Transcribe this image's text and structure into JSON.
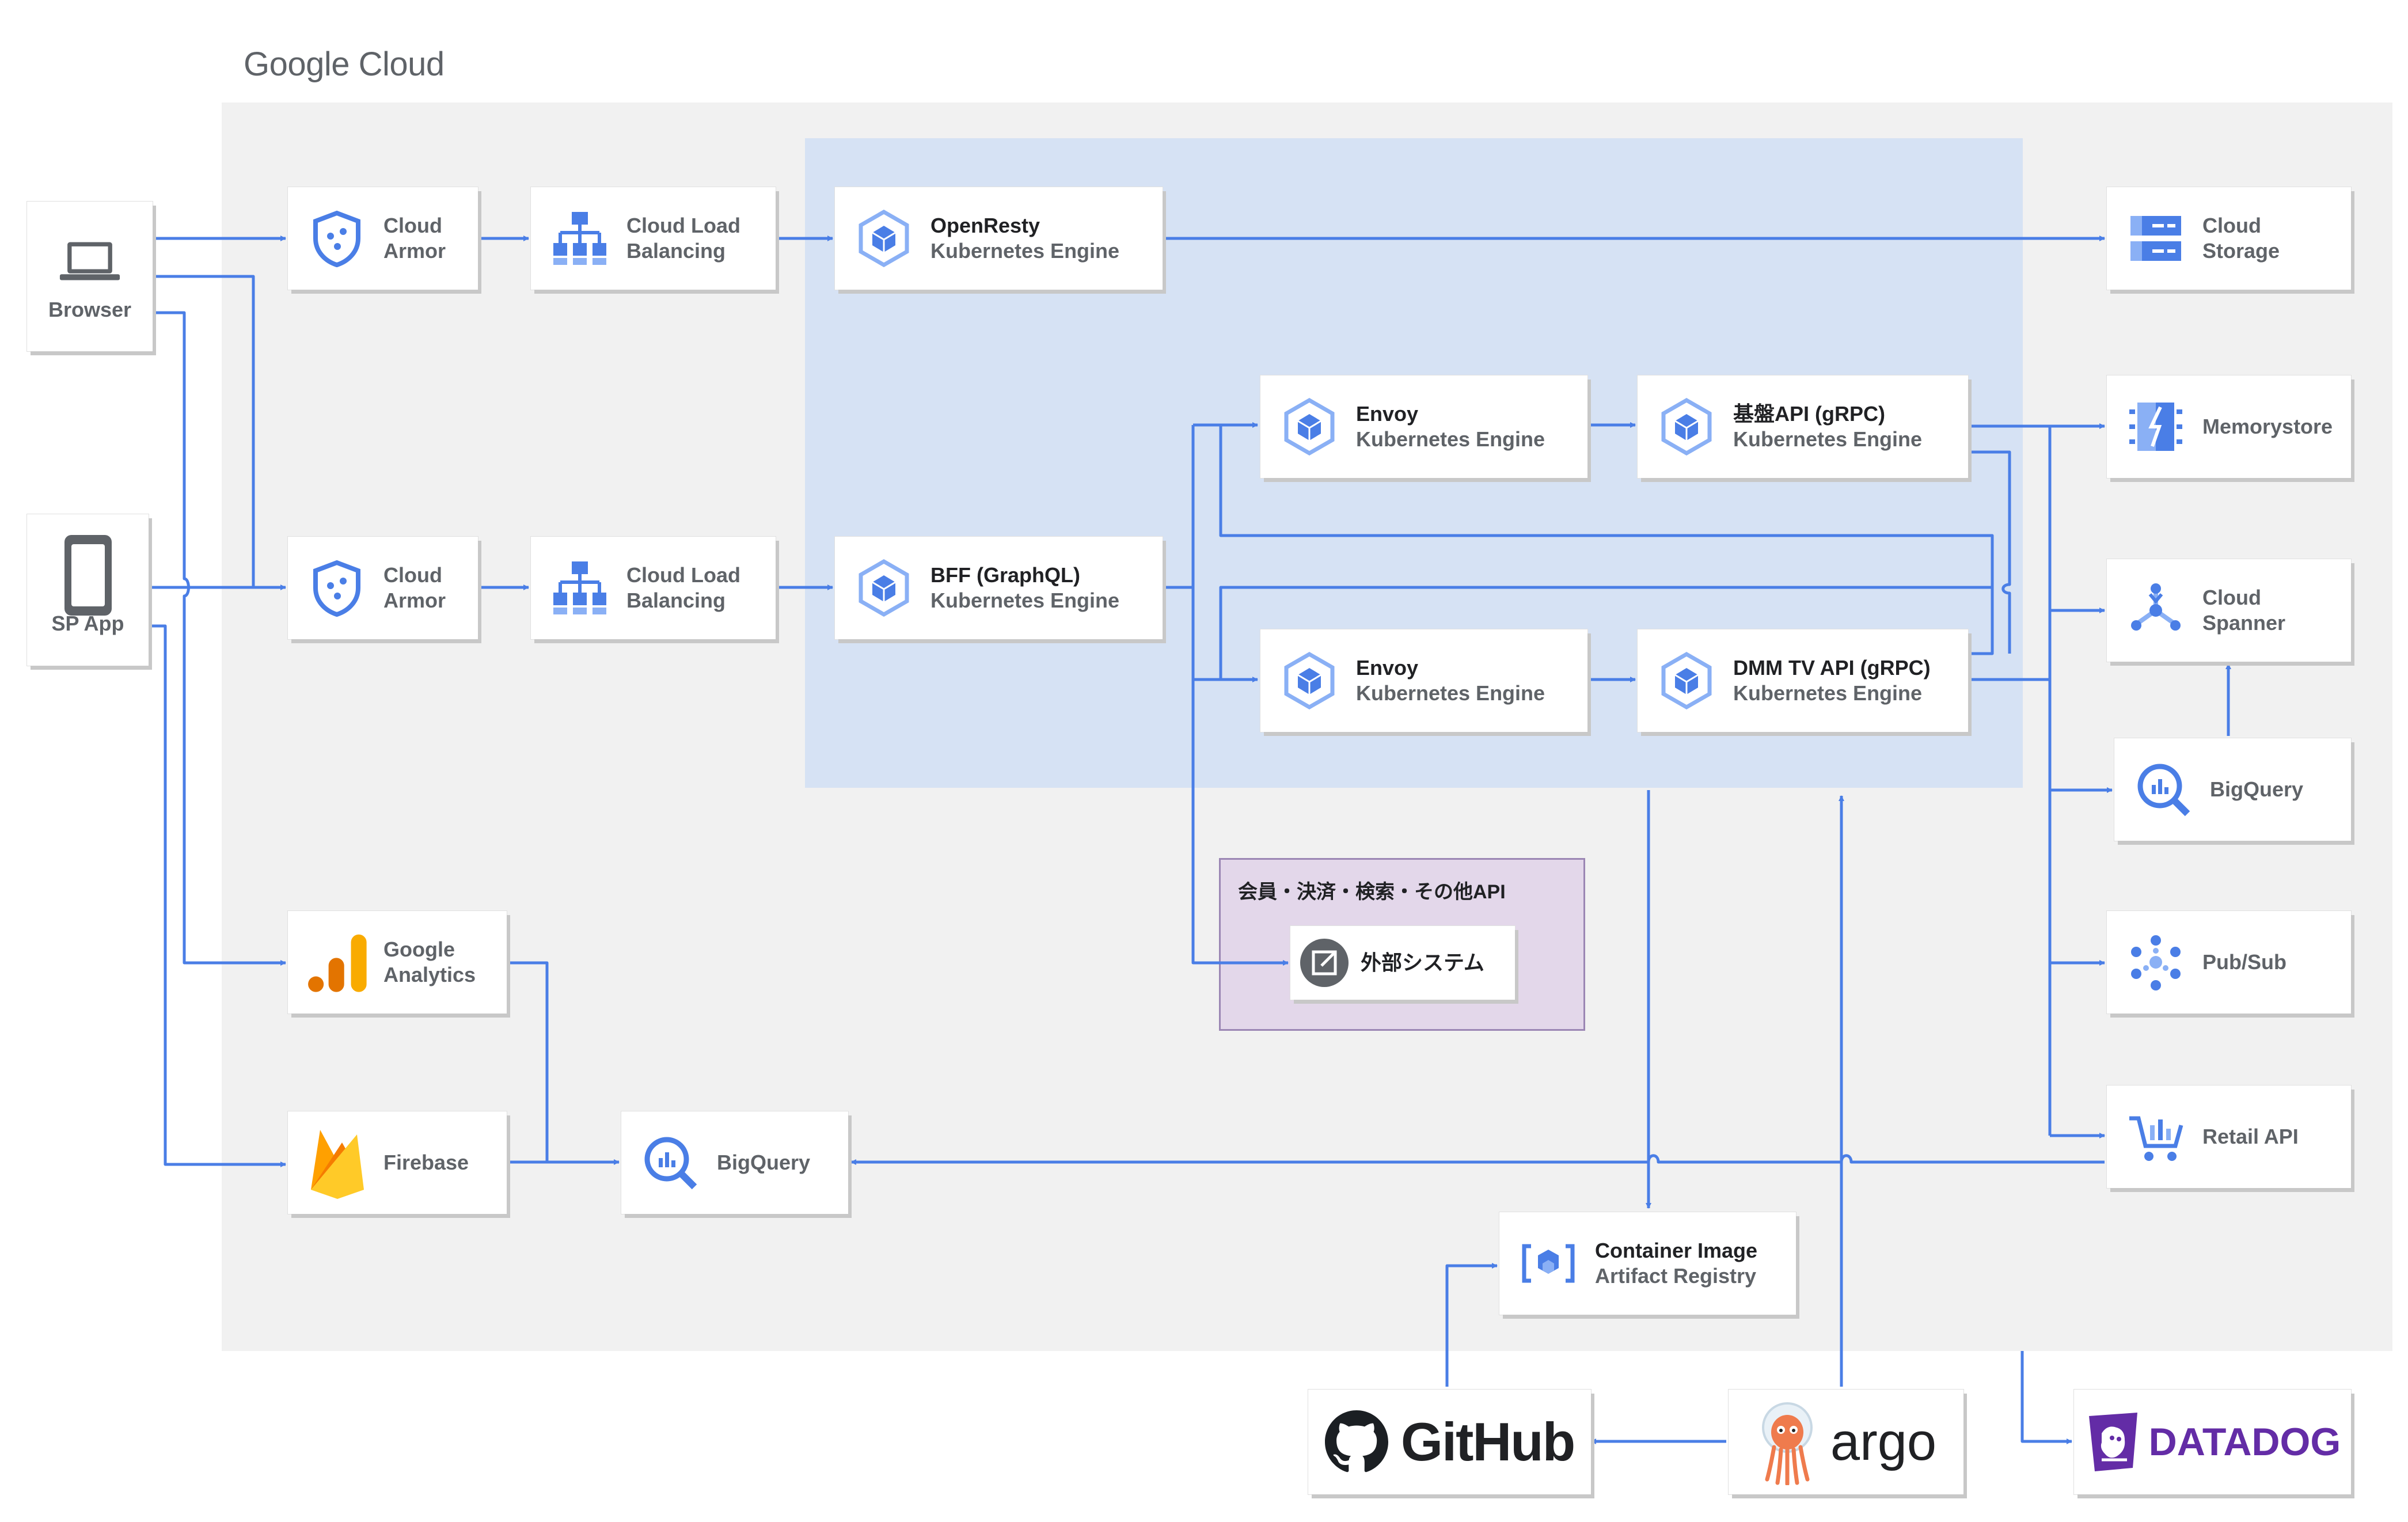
{
  "header": {
    "logo": "Google Cloud"
  },
  "colors": {
    "arrow": "#4a7ee6",
    "gcp_bg": "#f1f1f1",
    "gke_bg": "#d6e2f4",
    "ext_bg": "#e3d7ea"
  },
  "clients": {
    "browser": "Browser",
    "sp_app": "SP App"
  },
  "edge": {
    "armor1": "Cloud\nArmor",
    "lb1": "Cloud Load\nBalancing",
    "armor2": "Cloud\nArmor",
    "lb2": "Cloud Load\nBalancing"
  },
  "gke": {
    "openresty": {
      "name": "OpenResty",
      "sub": "Kubernetes Engine"
    },
    "bff": {
      "name": "BFF (GraphQL)",
      "sub": "Kubernetes Engine"
    },
    "envoy1": {
      "name": "Envoy",
      "sub": "Kubernetes Engine"
    },
    "envoy2": {
      "name": "Envoy",
      "sub": "Kubernetes Engine"
    },
    "kiban": {
      "name": "基盤API (gRPC)",
      "sub": "Kubernetes Engine"
    },
    "dmmtv": {
      "name": "DMM TV API (gRPC)",
      "sub": "Kubernetes Engine"
    }
  },
  "external": {
    "group_title": "会員・決済・検索・その他API",
    "system": "外部システム"
  },
  "storage": {
    "cloud_storage": "Cloud\nStorage",
    "memorystore": "Memorystore",
    "spanner": "Cloud\nSpanner",
    "bigquery_right": "BigQuery",
    "pubsub": "Pub/Sub",
    "retail": "Retail API"
  },
  "analytics": {
    "google_analytics": "Google\nAnalytics",
    "firebase": "Firebase",
    "bigquery": "BigQuery"
  },
  "registry": {
    "name": "Container Image",
    "sub": "Artifact Registry"
  },
  "tools": {
    "github": "GitHub",
    "argo": "argo",
    "datadog": "DATADOG"
  }
}
